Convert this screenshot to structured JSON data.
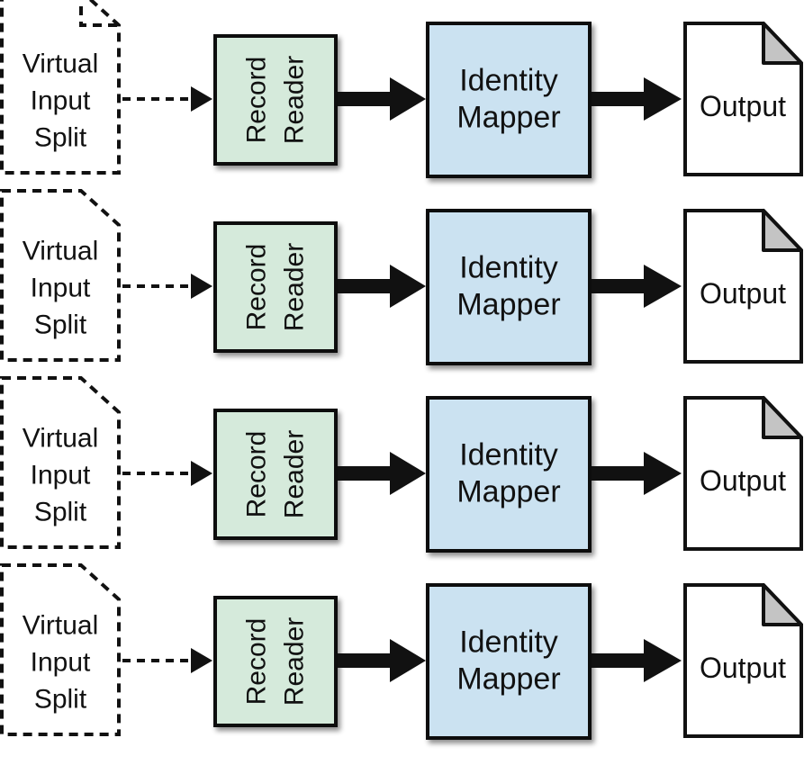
{
  "diagram": {
    "colors": {
      "record_reader_fill": "#d5eadb",
      "identity_mapper_fill": "#cbe2f1",
      "output_fill": "#ffffff",
      "output_fold_fill": "#c4c4c4",
      "stroke": "#111111"
    },
    "rows": [
      {
        "input_split": [
          "Virtual",
          "Input",
          "Split"
        ],
        "record_reader": [
          "Record",
          "Reader"
        ],
        "identity_mapper": [
          "Identity",
          "Mapper"
        ],
        "output": "Output"
      },
      {
        "input_split": [
          "Virtual",
          "Input",
          "Split"
        ],
        "record_reader": [
          "Record",
          "Reader"
        ],
        "identity_mapper": [
          "Identity",
          "Mapper"
        ],
        "output": "Output"
      },
      {
        "input_split": [
          "Virtual",
          "Input",
          "Split"
        ],
        "record_reader": [
          "Record",
          "Reader"
        ],
        "identity_mapper": [
          "Identity",
          "Mapper"
        ],
        "output": "Output"
      },
      {
        "input_split": [
          "Virtual",
          "Input",
          "Split"
        ],
        "record_reader": [
          "Record",
          "Reader"
        ],
        "identity_mapper": [
          "Identity",
          "Mapper"
        ],
        "output": "Output"
      }
    ]
  }
}
